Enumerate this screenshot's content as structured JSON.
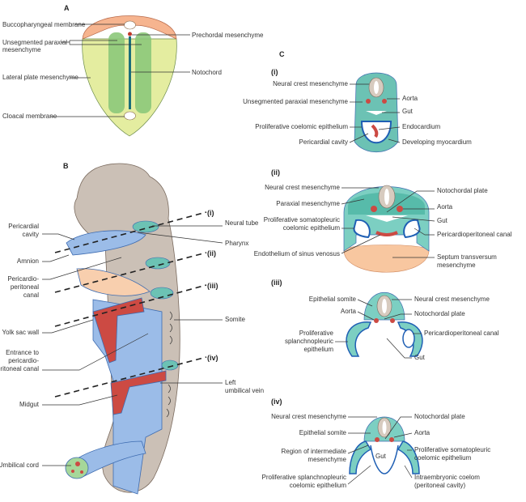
{
  "panel_a": {
    "title": "A",
    "labels": [
      "Buccopharyngeal membrane",
      [
        "Unsegmented paraxial",
        "mesenchyme"
      ],
      "Lateral plate mesenchyme",
      "Cloacal membrane",
      "Prechordal mesenchyme",
      "Notochord"
    ]
  },
  "panel_b": {
    "title": "B",
    "sections": [
      "(i)",
      "(ii)",
      "(iii)",
      "(iv)"
    ],
    "left_labels": [
      [
        "Pericardial",
        "cavity"
      ],
      [
        "Amnion"
      ],
      [
        "Pericardio-",
        "peritoneal",
        "canal"
      ],
      [
        "Yolk sac wall"
      ],
      [
        "Entrance to",
        "pericardio-",
        "peritoneal canal"
      ],
      [
        "Midgut"
      ],
      [
        "Umbilical cord"
      ]
    ],
    "right_labels": [
      [
        "Neural tube"
      ],
      [
        "Pharynx"
      ],
      [
        "Somite"
      ],
      [
        "Left",
        "umbilical vein"
      ]
    ]
  },
  "panel_c": {
    "title": "C",
    "i": {
      "title": "(i)",
      "left": [
        [
          "Neural crest mesenchyme"
        ],
        [
          "Unsegmented paraxial mesenchyme"
        ],
        [
          "Proliferative coelomic epithelium"
        ],
        [
          "Pericardial cavity"
        ]
      ],
      "right": [
        [
          "Aorta"
        ],
        [
          "Gut"
        ],
        [
          "Endocardium"
        ],
        [
          "Developing myocardium"
        ]
      ]
    },
    "ii": {
      "title": "(ii)",
      "left": [
        [
          "Neural crest mesenchyme"
        ],
        [
          "Paraxial mesenchyme"
        ],
        [
          "Proliferative somatopleuric",
          "coelomic epithelium"
        ],
        [
          "Endothelium of sinus venosus"
        ]
      ],
      "right": [
        [
          "Notochordal plate"
        ],
        [
          "Aorta"
        ],
        [
          "Gut"
        ],
        [
          "Pericardioperitoneal canal"
        ],
        [
          "Septum transversum",
          "mesenchyme"
        ]
      ]
    },
    "iii": {
      "title": "(iii)",
      "left": [
        [
          "Epithelial somite"
        ],
        [
          "Aorta"
        ],
        [
          "Proliferative",
          "splanchnopleuric",
          "epithelium"
        ]
      ],
      "right": [
        [
          "Neural crest mesenchyme"
        ],
        [
          "Notochordal plate"
        ],
        [
          "Pericardioperitoneal canal"
        ],
        [
          "Gut"
        ]
      ]
    },
    "iv": {
      "title": "(iv)",
      "left": [
        [
          "Neural crest mesenchyme"
        ],
        [
          "Epithelial somite"
        ],
        [
          "Region of intermediate",
          "mesenchyme"
        ],
        [
          "Proliferative splanchnopleuric",
          "coelomic epithelium"
        ]
      ],
      "right": [
        [
          "Notochordal plate"
        ],
        [
          "Aorta"
        ],
        [
          "Proliferative somatopleuric",
          "coelomic epithelium"
        ],
        [
          "Intraembryonic coelom",
          "(peritoneal cavity)"
        ]
      ],
      "gut_label": "Gut"
    }
  },
  "colors": {
    "ectoderm_orange": "#f6b48f",
    "lateral_plate": "#e4eda0",
    "paraxial_green": "#8cc87a",
    "notochord": "#1b6f7a",
    "coelom_blue": "#9bbce8",
    "endoderm_red": "#cc4a43",
    "embryo_grey": "#cbc0b6",
    "mesenchyme_teal": "#6cc2b4"
  }
}
